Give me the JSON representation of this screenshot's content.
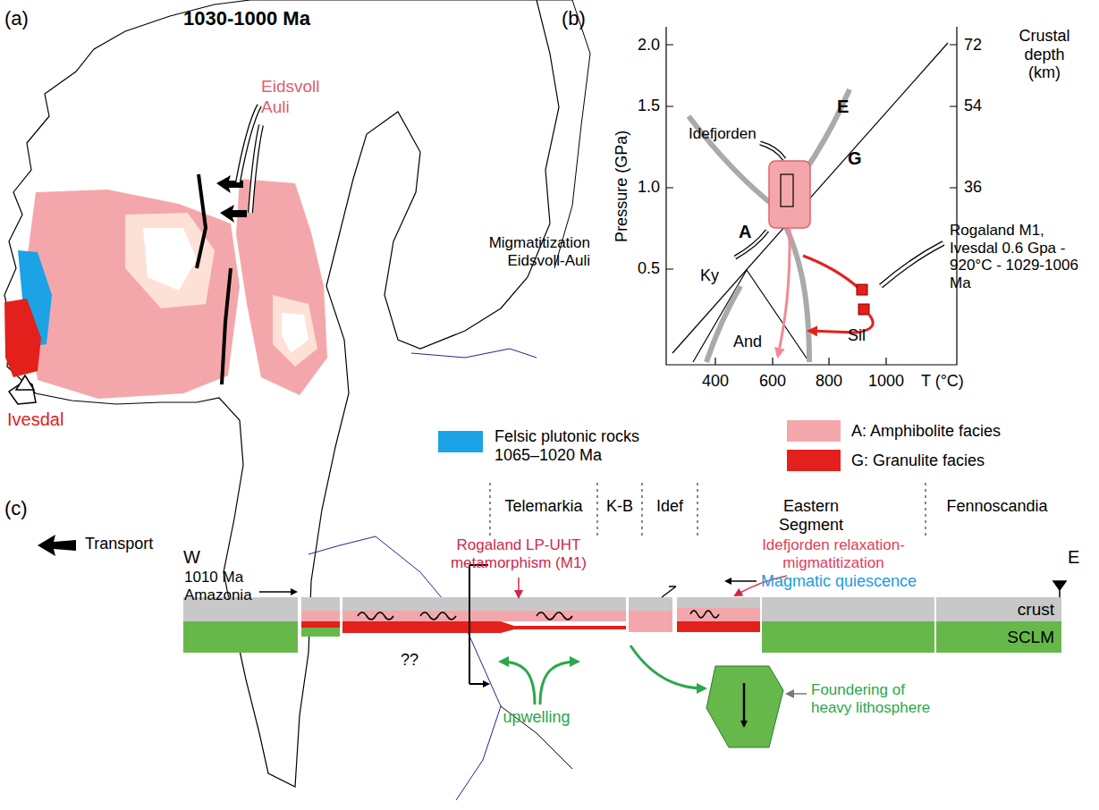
{
  "diagram": {
    "nodes": [
      {
        "text": [
          "crust"
        ]
      },
      {
        "text": [
          "SCLM"
        ]
      }
    ],
    "labels": [
      "(a)",
      "1030-1000 Ma",
      "Eidsvoll",
      "Auli",
      "Ivesdal",
      "(b)",
      "Pressure (GPa)",
      "2.0",
      "1.5",
      "1.0",
      "0.5",
      "72",
      "54",
      "36",
      "Crustal depth (km)",
      "E",
      "G",
      "A",
      "Idefjorden",
      "Migmatitization Eidsvoll-Auli",
      "Rogaland M1, Ivesdal 0.6 Gpa - 920°C - 1029-1006 Ma",
      "Ky",
      "And",
      "Sil",
      "400",
      "600",
      "800",
      "1000",
      "T (°C)",
      "(c)",
      "Telemarkia",
      "K-B",
      "Idef",
      "Eastern Segment",
      "Fennoscandia",
      "W",
      "E",
      "Rogaland LP-UHT metamorphism (M1)",
      "Idefjorden relaxation-migmatitization",
      "1010 Ma Amazonia",
      "Magmatic quiescence",
      "??",
      "upwelling",
      "Foundering of heavy lithosphere"
    ],
    "legend": [
      {
        "text": "Transport"
      },
      {
        "text": "Felsic plutonic rocks 1065–1020 Ma",
        "color": "#1ba3e6"
      },
      {
        "text": "A: Amphibolite facies",
        "color": "#f4a7aa"
      },
      {
        "text": "G: Granulite facies",
        "color": "#e3201b"
      }
    ]
  }
}
